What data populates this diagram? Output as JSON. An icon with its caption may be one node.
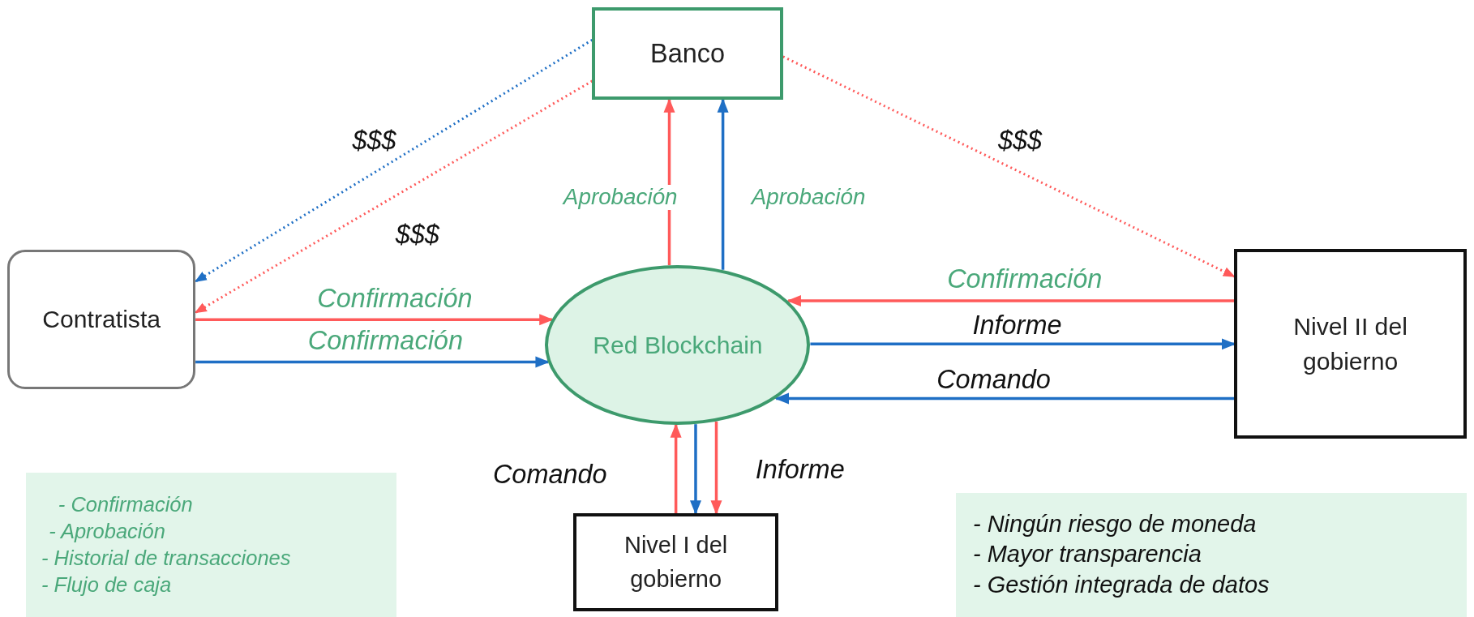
{
  "diagram": {
    "nodes": [
      {
        "text": [
          "Banco"
        ]
      },
      {
        "text": [
          "Contratista"
        ]
      },
      {
        "text": [
          "Red Blockchain"
        ]
      },
      {
        "text": [
          "Nivel II del gobierno"
        ]
      },
      {
        "text": [
          "Nivel I del gobierno"
        ]
      },
      {
        "text": [
          "- Confirmación",
          "- Aprobación",
          "- Historial de transacciones",
          "- Flujo de caja"
        ]
      },
      {
        "text": [
          "- Ningún riesgo de moneda",
          "- Mayor transparencia",
          "- Gestión integrada de datos"
        ]
      }
    ],
    "edges": [
      {
        "from": 0,
        "to": 1,
        "arrow": "to",
        "label": "$$$",
        "style": "dashed",
        "color": "#1f6fc5"
      },
      {
        "from": 0,
        "to": 1,
        "arrow": "to",
        "label": "$$$",
        "style": "dashed"
      },
      {
        "from": 0,
        "to": 3,
        "arrow": "to",
        "label": "$$$",
        "style": "dashed"
      },
      {
        "from": 2,
        "to": 0,
        "arrow": "to",
        "label": "Aprobación"
      },
      {
        "from": 2,
        "to": 0,
        "arrow": "to",
        "label": "Aprobación",
        "color": "#1f6fc5"
      },
      {
        "from": 1,
        "to": 2,
        "arrow": "to",
        "label": "Confirmación"
      },
      {
        "from": 1,
        "to": 2,
        "arrow": "to",
        "label": "Confirmación",
        "color": "#1f6fc5"
      },
      {
        "from": 3,
        "to": 2,
        "arrow": "to",
        "label": "Confirmación"
      },
      {
        "from": 2,
        "to": 3,
        "arrow": "to",
        "label": "Informe",
        "color": "#1f6fc5"
      },
      {
        "from": 3,
        "to": 2,
        "arrow": "to",
        "label": "Comando",
        "color": "#1f6fc5"
      },
      {
        "from": 4,
        "to": 2,
        "arrow": "to",
        "label": "Comando"
      },
      {
        "from": 2,
        "to": 4,
        "arrow": "to",
        "color": "#1f6fc5"
      },
      {
        "from": 2,
        "to": 4,
        "arrow": "to",
        "label": "Informe"
      }
    ]
  }
}
